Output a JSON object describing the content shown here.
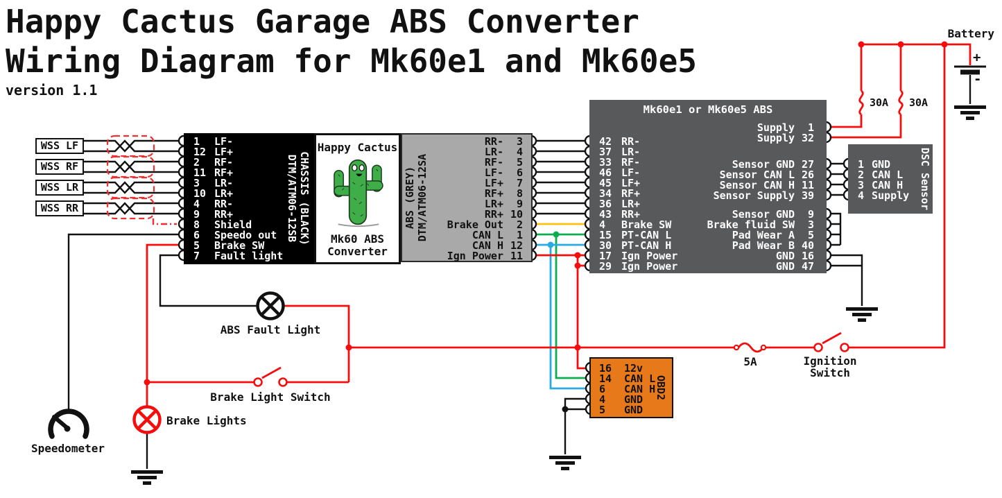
{
  "title": {
    "line1": "Happy Cactus Garage ABS Converter",
    "line2": "Wiring Diagram for Mk60e1 and Mk60e5",
    "version": "version 1.1"
  },
  "wss_labels": [
    {
      "label": "WSS LF"
    },
    {
      "label": "WSS RF"
    },
    {
      "label": "WSS LR"
    },
    {
      "label": "WSS RR"
    }
  ],
  "chassis_connector": {
    "vertical_line1": "CHASSIS (BLACK)",
    "vertical_line2": "DTM/ATM06-12SB",
    "pins": [
      {
        "num": "1",
        "label": "LF-"
      },
      {
        "num": "12",
        "label": "LF+"
      },
      {
        "num": "2",
        "label": "RF-"
      },
      {
        "num": "11",
        "label": "RF+"
      },
      {
        "num": "3",
        "label": "LR-"
      },
      {
        "num": "10",
        "label": "LR+"
      },
      {
        "num": "4",
        "label": "RR-"
      },
      {
        "num": "9",
        "label": "RR+"
      },
      {
        "num": "8",
        "label": "Shield"
      },
      {
        "num": "6",
        "label": "Speedo out"
      },
      {
        "num": "5",
        "label": "Brake SW"
      },
      {
        "num": "7",
        "label": "Fault light"
      }
    ]
  },
  "converter": {
    "title": "Happy Cactus",
    "sub1": "Mk60 ABS",
    "sub2": "Converter"
  },
  "abs_grey_connector": {
    "vertical_line1": "ABS (GREY)",
    "vertical_line2": "DTM/ATM06-12SA",
    "pins": [
      {
        "label": "RR-",
        "num": "3"
      },
      {
        "label": "LR-",
        "num": "4"
      },
      {
        "label": "RF-",
        "num": "5"
      },
      {
        "label": "LF-",
        "num": "6"
      },
      {
        "label": "LF+",
        "num": "7"
      },
      {
        "label": "RF+",
        "num": "8"
      },
      {
        "label": "LR+",
        "num": "9"
      },
      {
        "label": "RR+",
        "num": "10"
      },
      {
        "label": "Brake Out",
        "num": "2"
      },
      {
        "label": "CAN L",
        "num": "1"
      },
      {
        "label": "CAN H",
        "num": "12"
      },
      {
        "label": "Ign Power",
        "num": "11"
      }
    ]
  },
  "abs_module": {
    "title": "Mk60e1 or Mk60e5 ABS",
    "left_pins": [
      {
        "num": "42",
        "label": "RR-"
      },
      {
        "num": "37",
        "label": "LR-"
      },
      {
        "num": "33",
        "label": "RF-"
      },
      {
        "num": "46",
        "label": "LF-"
      },
      {
        "num": "45",
        "label": "LF+"
      },
      {
        "num": "34",
        "label": "RF+"
      },
      {
        "num": "36",
        "label": "LR+"
      },
      {
        "num": "43",
        "label": "RR+"
      },
      {
        "num": "4",
        "label": "Brake SW"
      },
      {
        "num": "15",
        "label": "PT-CAN L"
      },
      {
        "num": "30",
        "label": "PT-CAN H"
      },
      {
        "num": "17",
        "label": "Ign Power"
      },
      {
        "num": "29",
        "label": "Ign Power"
      }
    ],
    "right_pins": [
      {
        "label": "Supply",
        "num": "1"
      },
      {
        "label": "Supply",
        "num": "32"
      },
      {
        "label": "Sensor GND",
        "num": "27"
      },
      {
        "label": "Sensor CAN L",
        "num": "26"
      },
      {
        "label": "Sensor CAN H",
        "num": "11"
      },
      {
        "label": "Sensor Supply",
        "num": "39"
      },
      {
        "label": "Sensor GND",
        "num": "9"
      },
      {
        "label": "Brake fluid SW",
        "num": "3"
      },
      {
        "label": "Pad Wear A",
        "num": "5"
      },
      {
        "label": "Pad Wear B",
        "num": "40"
      },
      {
        "label": "GND",
        "num": "16"
      },
      {
        "label": "GND",
        "num": "47"
      }
    ]
  },
  "dsc_sensor": {
    "vertical": "DSC Sensor",
    "pins": [
      {
        "num": "1",
        "label": "GND"
      },
      {
        "num": "2",
        "label": "CAN L"
      },
      {
        "num": "3",
        "label": "CAN H"
      },
      {
        "num": "4",
        "label": "Supply"
      }
    ]
  },
  "obd2": {
    "vertical": "OBD2",
    "pins": [
      {
        "num": "16",
        "label": "12v"
      },
      {
        "num": "14",
        "label": "CAN L"
      },
      {
        "num": "6",
        "label": "CAN H"
      },
      {
        "num": "4",
        "label": "GND"
      },
      {
        "num": "5",
        "label": "GND"
      }
    ]
  },
  "battery": {
    "label": "Battery",
    "plus": "+",
    "minus": "-"
  },
  "fuses": {
    "f1": "30A",
    "f2": "30A",
    "f3": "5A"
  },
  "switches": {
    "ignition": "Ignition\nSwitch",
    "brake": "Brake Light Switch"
  },
  "lamps": {
    "abs_fault": "ABS Fault Light",
    "brake_lights": "Brake Lights"
  },
  "speedometer": {
    "label": "Speedometer"
  },
  "colors": {
    "wire_black": "#111111",
    "wire_red": "#f50d0d",
    "wire_green": "#0bad4d",
    "wire_cyan": "#29abe2",
    "wire_yellow": "#ffc010",
    "shield_red": "#f03030",
    "block_dark": "#58595b",
    "block_grey": "#a9a9a9",
    "obd2_orange": "#e8791a"
  }
}
